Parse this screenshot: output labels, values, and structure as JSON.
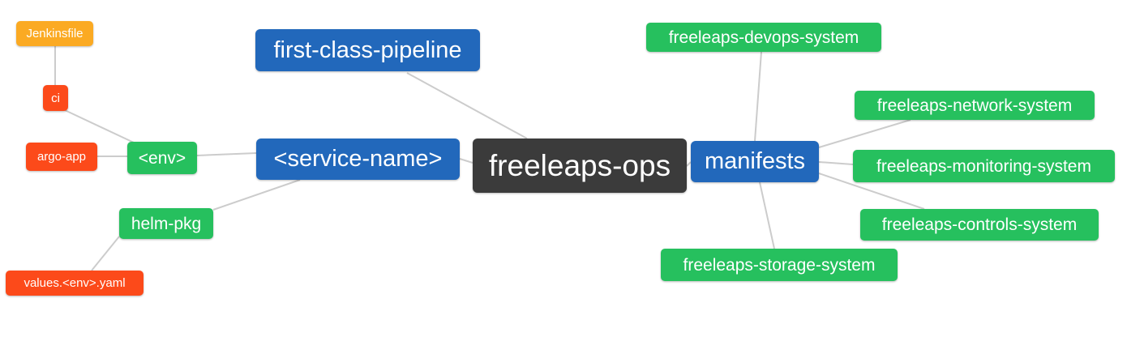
{
  "diagram": {
    "type": "mindmap",
    "root_label": "freeleaps-ops",
    "nodes": {
      "root": {
        "label": "freeleaps-ops",
        "level": 0,
        "color": "dark"
      },
      "first_class_pipeline": {
        "label": "first-class-pipeline",
        "level": 1,
        "color": "blue"
      },
      "service_name": {
        "label": "<service-name>",
        "level": 1,
        "color": "blue"
      },
      "manifests": {
        "label": "manifests",
        "level": 1,
        "color": "blue"
      },
      "env": {
        "label": "<env>",
        "level": 2,
        "color": "green"
      },
      "helm_pkg": {
        "label": "helm-pkg",
        "level": 2,
        "color": "green"
      },
      "ci": {
        "label": "ci",
        "level": 3,
        "color": "red"
      },
      "argo_app": {
        "label": "argo-app",
        "level": 3,
        "color": "red"
      },
      "jenkinsfile": {
        "label": "Jenkinsfile",
        "level": 4,
        "color": "orange"
      },
      "values_env_yaml": {
        "label": "values.<env>.yaml",
        "level": 3,
        "color": "red"
      },
      "devops_system": {
        "label": "freeleaps-devops-system",
        "level": 2,
        "color": "green"
      },
      "network_system": {
        "label": "freeleaps-network-system",
        "level": 2,
        "color": "green"
      },
      "monitoring_system": {
        "label": "freeleaps-monitoring-system",
        "level": 2,
        "color": "green"
      },
      "controls_system": {
        "label": "freeleaps-controls-system",
        "level": 2,
        "color": "green"
      },
      "storage_system": {
        "label": "freeleaps-storage-system",
        "level": 2,
        "color": "green"
      }
    },
    "edges": [
      [
        "jenkinsfile",
        "ci"
      ],
      [
        "ci",
        "env"
      ],
      [
        "argo_app",
        "env"
      ],
      [
        "env",
        "service_name"
      ],
      [
        "helm_pkg",
        "service_name"
      ],
      [
        "helm_pkg",
        "values_env_yaml"
      ],
      [
        "service_name",
        "root"
      ],
      [
        "first_class_pipeline",
        "root"
      ],
      [
        "root",
        "manifests"
      ],
      [
        "manifests",
        "devops_system"
      ],
      [
        "manifests",
        "network_system"
      ],
      [
        "manifests",
        "monitoring_system"
      ],
      [
        "manifests",
        "controls_system"
      ],
      [
        "manifests",
        "storage_system"
      ]
    ],
    "colors": {
      "blue": "#2268bb",
      "green": "#26c05e",
      "red": "#fc4a1a",
      "orange": "#fbaa23",
      "dark": "#3b3b3b",
      "edge": "#cccccc",
      "text": "#ffffff",
      "background": "#ffffff"
    }
  }
}
